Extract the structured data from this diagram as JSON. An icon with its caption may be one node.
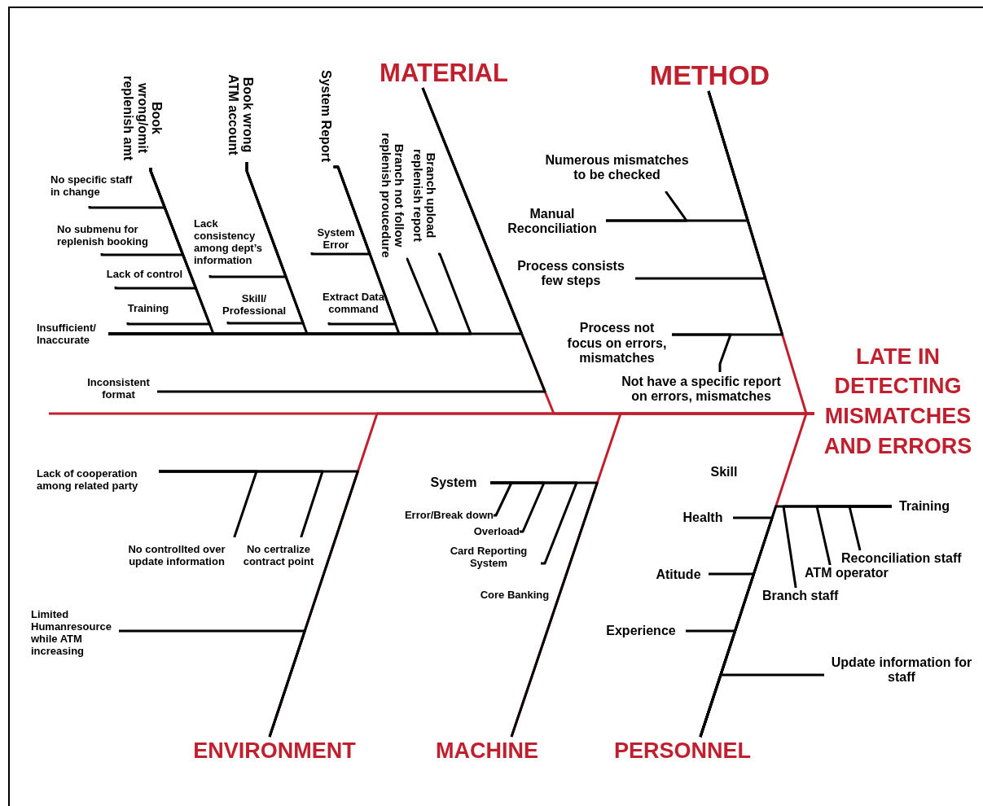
{
  "diagram": {
    "nodes": [
      {
        "text": [
          "MATERIAL"
        ]
      },
      {
        "text": [
          "Book wrong/omit replenish amt"
        ]
      },
      {
        "text": [
          "Book wrong ATM account"
        ]
      },
      {
        "text": [
          "System Report"
        ]
      },
      {
        "text": [
          "Branch not follow replenish proucedure"
        ]
      },
      {
        "text": [
          "Branch upload replenish report"
        ]
      },
      {
        "text": [
          "No specific staff in change"
        ]
      },
      {
        "text": [
          "No submenu for replenish booking"
        ]
      },
      {
        "text": [
          "Lack of control"
        ]
      },
      {
        "text": [
          "Training"
        ]
      },
      {
        "text": [
          "Lack consistency among dept’s information"
        ]
      },
      {
        "text": [
          "Skill/ Professional"
        ]
      },
      {
        "text": [
          "System Error"
        ]
      },
      {
        "text": [
          "Extract Data command"
        ]
      },
      {
        "text": [
          "Insufficient/ Inaccurate"
        ]
      },
      {
        "text": [
          "Inconsistent format"
        ]
      },
      {
        "text": [
          "METHOD"
        ]
      },
      {
        "text": [
          "Numerous mismatches to be checked"
        ]
      },
      {
        "text": [
          "Manual Reconciliation"
        ]
      },
      {
        "text": [
          "Process consists few steps"
        ]
      },
      {
        "text": [
          "Process not focus on errors, mismatches"
        ]
      },
      {
        "text": [
          "Not have a specific report on errors, mismatches"
        ]
      },
      {
        "text": [
          "LATE IN DETECTING MISMATCHES AND ERRORS"
        ]
      },
      {
        "text": [
          "Lack of cooperation among related party"
        ]
      },
      {
        "text": [
          "System"
        ]
      },
      {
        "text": [
          "Health"
        ]
      },
      {
        "text": [
          "Training"
        ]
      },
      {
        "text": [
          "Error/Break down"
        ]
      },
      {
        "text": [
          "Overload"
        ]
      },
      {
        "text": [
          "Card Reporting System"
        ]
      },
      {
        "text": [
          "No controllted over update information"
        ]
      },
      {
        "text": [
          "No certralize contract point"
        ]
      },
      {
        "text": [
          "Reconciliation staff"
        ]
      },
      {
        "text": [
          "ATM operator"
        ]
      },
      {
        "text": [
          "Atitude"
        ]
      },
      {
        "text": [
          "Branch staff"
        ]
      },
      {
        "text": [
          "Limited Humanresource while ATM increasing"
        ]
      },
      {
        "text": [
          "Experience"
        ]
      },
      {
        "text": [
          "Update information for staff"
        ]
      },
      {
        "text": [
          "ENVIRONMENT"
        ]
      },
      {
        "text": [
          "MACHINE"
        ]
      },
      {
        "text": [
          "PERSONNEL"
        ]
      }
    ],
    "edges": [
      {
        "from": null,
        "to": 22,
        "arrow": "none",
        "color": "#c0202e"
      },
      {
        "from": 0,
        "to": 22,
        "arrow": "none",
        "color": "#c0202e"
      },
      {
        "from": 16,
        "to": 22,
        "arrow": "none",
        "color": "#c0202e"
      },
      {
        "from": 39,
        "to": 22,
        "arrow": "none",
        "color": "#c0202e"
      },
      {
        "from": 40,
        "to": 22,
        "arrow": "none",
        "color": "#c0202e"
      },
      {
        "from": 41,
        "to": 22,
        "arrow": "none",
        "color": "#c0202e"
      },
      {
        "from": 14,
        "to": 0,
        "arrow": "none"
      },
      {
        "from": 15,
        "to": 0,
        "arrow": "none"
      },
      {
        "from": 1,
        "to": 14,
        "arrow": "none"
      },
      {
        "from": 2,
        "to": 14,
        "arrow": "none"
      },
      {
        "from": 3,
        "to": 14,
        "arrow": "none"
      },
      {
        "from": 4,
        "to": 14,
        "arrow": "none"
      },
      {
        "from": 5,
        "to": 14,
        "arrow": "none"
      },
      {
        "from": 6,
        "to": 1,
        "arrow": "none"
      },
      {
        "from": 7,
        "to": 1,
        "arrow": "none"
      },
      {
        "from": 8,
        "to": 1,
        "arrow": "none"
      },
      {
        "from": 9,
        "to": 1,
        "arrow": "none"
      },
      {
        "from": 10,
        "to": 2,
        "arrow": "none"
      },
      {
        "from": 11,
        "to": 2,
        "arrow": "none"
      },
      {
        "from": 12,
        "to": 3,
        "arrow": "none"
      },
      {
        "from": 13,
        "to": 3,
        "arrow": "none"
      },
      {
        "from": 18,
        "to": 16,
        "arrow": "none"
      },
      {
        "from": 17,
        "to": 18,
        "arrow": "none"
      },
      {
        "from": 19,
        "to": 16,
        "arrow": "none"
      },
      {
        "from": 20,
        "to": 16,
        "arrow": "none"
      },
      {
        "from": 21,
        "to": 20,
        "arrow": "none"
      },
      {
        "from": 23,
        "to": 39,
        "arrow": "none"
      },
      {
        "from": 30,
        "to": 23,
        "arrow": "none"
      },
      {
        "from": 31,
        "to": 23,
        "arrow": "none"
      },
      {
        "from": 36,
        "to": 39,
        "arrow": "none"
      },
      {
        "from": 24,
        "to": 40,
        "arrow": "none"
      },
      {
        "from": 27,
        "to": 24,
        "arrow": "none"
      },
      {
        "from": 28,
        "to": 24,
        "arrow": "none"
      },
      {
        "from": 29,
        "to": 24,
        "arrow": "none"
      },
      {
        "from": 25,
        "to": 41,
        "arrow": "none"
      },
      {
        "from": 26,
        "to": 41,
        "arrow": "none"
      },
      {
        "from": 32,
        "to": 26,
        "arrow": "none"
      },
      {
        "from": 33,
        "to": 26,
        "arrow": "none"
      },
      {
        "from": 35,
        "to": 26,
        "arrow": "none"
      },
      {
        "from": 34,
        "to": 41,
        "arrow": "none"
      },
      {
        "from": 37,
        "to": 41,
        "arrow": "none"
      },
      {
        "from": 38,
        "to": 41,
        "arrow": "none"
      }
    ],
    "labels": [
      "Skill",
      "Core Banking"
    ]
  }
}
